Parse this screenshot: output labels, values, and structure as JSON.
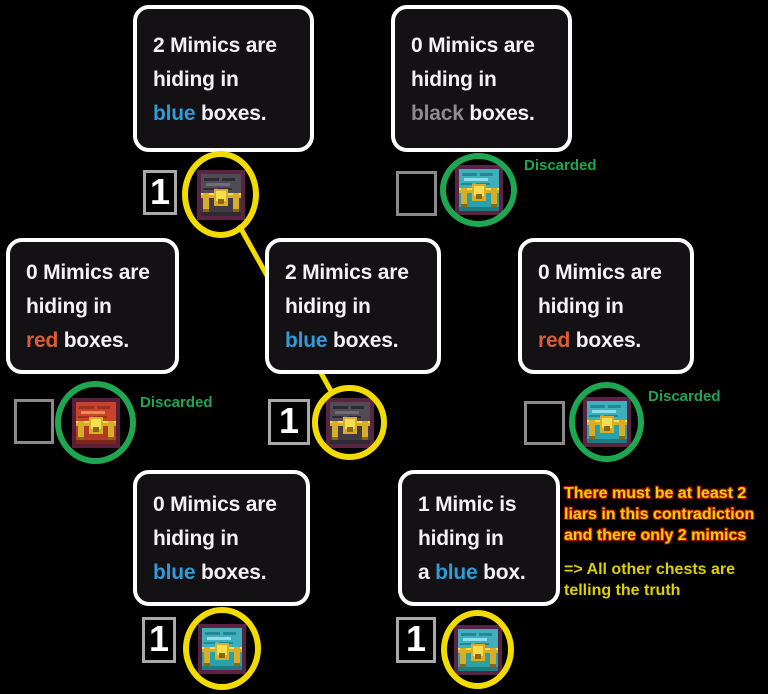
{
  "colors": {
    "background": "#000000",
    "bubble_bg": "#141114",
    "bubble_border": "#ffffff",
    "bubble_text": "#f2f2f2",
    "blue_word": "#2f9bd8",
    "red_word": "#dd5c38",
    "black_word": "#8c8c8c",
    "yellow_ring": "#f2dc00",
    "green_ring": "#1fa651",
    "discarded_green": "#1fa651",
    "annotation_yellow": "#decf00",
    "annotation_red_outline": "#a50f00"
  },
  "bubbles": [
    {
      "line1": "2 Mimics are",
      "line2": "hiding in",
      "line3_pre": "",
      "line3_word": "blue",
      "line3_suf": " boxes.",
      "word_color": "#2f9bd8"
    },
    {
      "line1": "0 Mimics are",
      "line2": "hiding in",
      "line3_pre": "",
      "line3_word": "black",
      "line3_suf": " boxes.",
      "word_color": "#8c8c8c"
    },
    {
      "line1": "0 Mimics are",
      "line2": "hiding in",
      "line3_pre": "",
      "line3_word": "red",
      "line3_suf": " boxes.",
      "word_color": "#dd5c38"
    },
    {
      "line1": "2 Mimics are",
      "line2": "hiding in",
      "line3_pre": "",
      "line3_word": "blue",
      "line3_suf": " boxes.",
      "word_color": "#2f9bd8"
    },
    {
      "line1": "0 Mimics are",
      "line2": "hiding in",
      "line3_pre": "",
      "line3_word": "red",
      "line3_suf": " boxes.",
      "word_color": "#dd5c38"
    },
    {
      "line1": "0 Mimics are",
      "line2": "hiding in",
      "line3_pre": "",
      "line3_word": "blue",
      "line3_suf": " boxes.",
      "word_color": "#2f9bd8"
    },
    {
      "line1": "1 Mimic is",
      "line2": "hiding in",
      "line3_pre": "a ",
      "line3_word": "blue",
      "line3_suf": " box.",
      "word_color": "#2f9bd8"
    }
  ],
  "chests": [
    {
      "variant": "dark",
      "count": "1",
      "ring": "yellow",
      "discarded": ""
    },
    {
      "variant": "teal",
      "count": "",
      "ring": "green",
      "discarded": "Discarded"
    },
    {
      "variant": "red",
      "count": "",
      "ring": "green",
      "discarded": "Discarded"
    },
    {
      "variant": "dark",
      "count": "1",
      "ring": "yellow",
      "discarded": ""
    },
    {
      "variant": "teal",
      "count": "",
      "ring": "green",
      "discarded": "Discarded"
    },
    {
      "variant": "teal",
      "count": "1",
      "ring": "yellow",
      "discarded": ""
    },
    {
      "variant": "teal",
      "count": "1",
      "ring": "yellow",
      "discarded": ""
    }
  ],
  "chest_palettes": {
    "dark": {
      "outline": "#5a2343",
      "lid": "#504c56",
      "streakDark": "#2d2a33",
      "streakLight": "#716d78",
      "body": "#3f3b45",
      "shadow": "#2e2a33",
      "strap": "#d8ad28",
      "strapLight": "#f4de52",
      "strapDark": "#8a6614"
    },
    "teal": {
      "outline": "#5a2343",
      "lid": "#3fafbb",
      "streakDark": "#268792",
      "streakLight": "#8fdceb",
      "body": "#2aa0a8",
      "shadow": "#1d7b82",
      "strap": "#d8ad28",
      "strapLight": "#f4de52",
      "strapDark": "#8a6614"
    },
    "red": {
      "outline": "#5a1f38",
      "lid": "#c8432a",
      "streakDark": "#9c2f1f",
      "streakLight": "#ef8b50",
      "body": "#b23a27",
      "shadow": "#7e2619",
      "strap": "#d8ad28",
      "strapLight": "#f4de52",
      "strapDark": "#8a6614"
    }
  },
  "annotation": {
    "para1": [
      "There must be at least 2",
      "liars in this contradiction",
      "and there only 2 mimics"
    ],
    "para2": [
      "=> All other chests are",
      "telling the truth"
    ]
  }
}
